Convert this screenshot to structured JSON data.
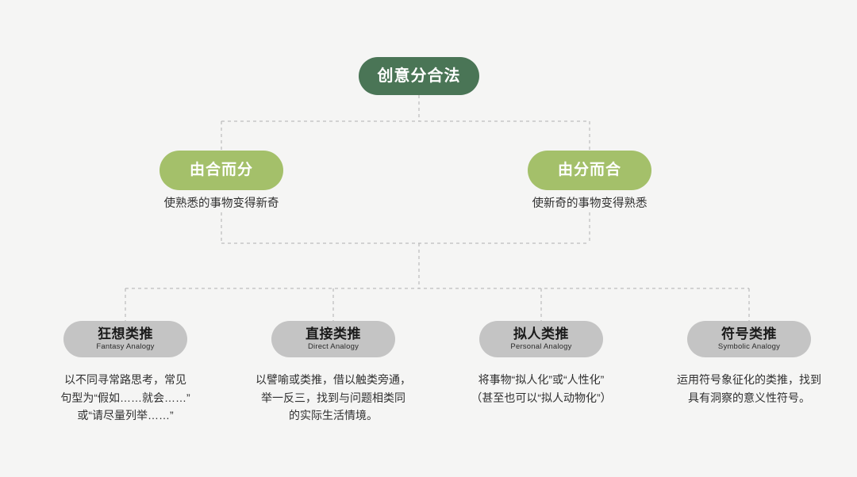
{
  "background_color": "#f5f5f4",
  "palette": {
    "root_green": "#4a7556",
    "branch_green": "#a4c06a",
    "leaf_gray": "#c4c4c4",
    "connector_gray": "#b0b0b0",
    "text_dark": "#2f2f2f",
    "text_on_color": "#ffffff"
  },
  "root": {
    "title": "创意分合法"
  },
  "branches": [
    {
      "title": "由合而分",
      "caption": "使熟悉的事物变得新奇"
    },
    {
      "title": "由分而合",
      "caption": "使新奇的事物变得熟悉"
    }
  ],
  "leaves": [
    {
      "title": "狂想类推",
      "subtitle": "Fantasy Analogy",
      "desc_lines": [
        "以不同寻常路思考，常见",
        "句型为“假如……就会……”",
        "或“请尽量列举……”"
      ]
    },
    {
      "title": "直接类推",
      "subtitle": "Direct Analogy",
      "desc_lines": [
        "以譬喻或类推，借以触类旁通，",
        "举一反三，找到与问题相类同",
        "的实际生活情境。"
      ]
    },
    {
      "title": "拟人类推",
      "subtitle": "Personal Analogy",
      "desc_lines": [
        "将事物“拟人化”或“人性化”",
        "（甚至也可以“拟人动物化”）"
      ]
    },
    {
      "title": "符号类推",
      "subtitle": "Symbolic Analogy",
      "desc_lines": [
        "运用符号象征化的类推，找到",
        "具有洞察的意义性符号。"
      ]
    }
  ]
}
